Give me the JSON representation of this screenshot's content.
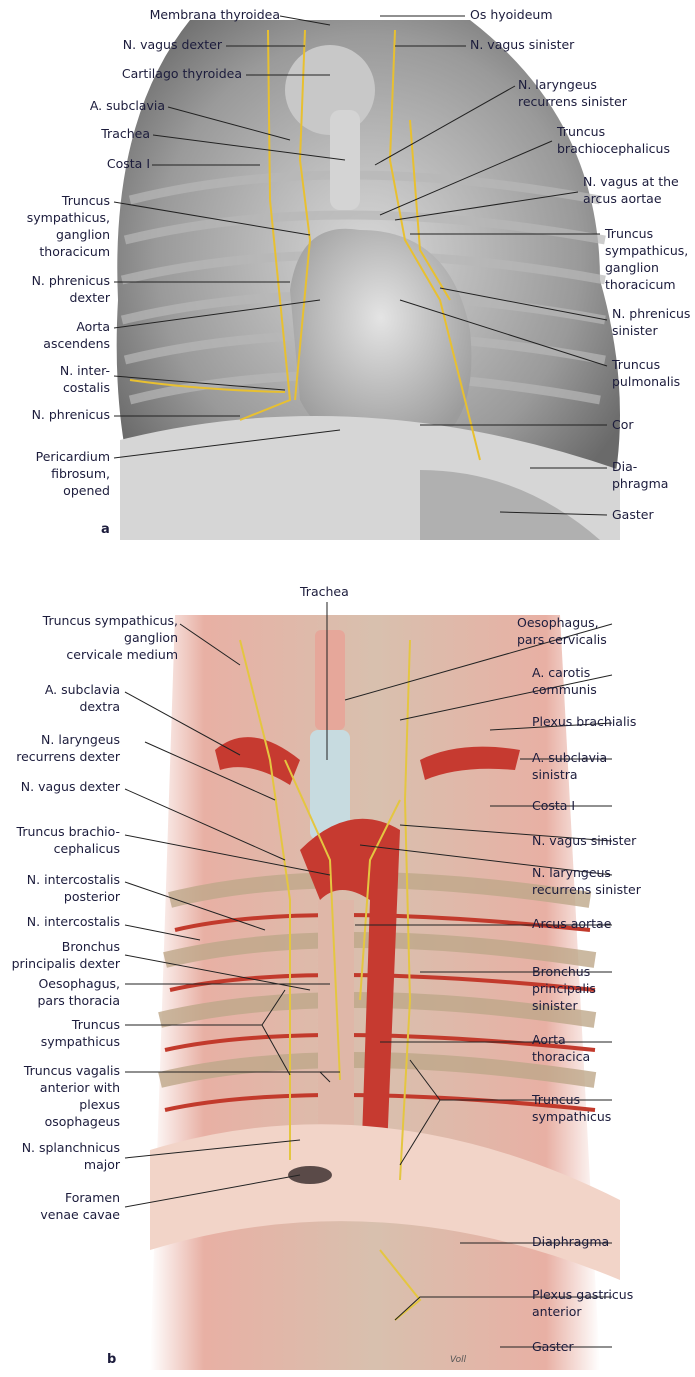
{
  "panel_a": {
    "letter": "a",
    "labels_left": [
      "Membrana thyroidea",
      "N. vagus dexter",
      "Cartilago thyroidea",
      "A. subclavia",
      "Trachea",
      "Costa I",
      "Truncus\nsympathicus,\nganglion\nthoracicum",
      "N. phrenicus\ndexter",
      "Aorta\nascendens",
      "N. inter-\ncostalis",
      "N. phrenicus",
      "Pericardium\nfibrosum,\nopened"
    ],
    "labels_right": [
      "Os hyoideum",
      "N. vagus sinister",
      "N. laryngeus\nrecurrens sinister",
      "Truncus\nbrachiocephalicus",
      "N. vagus at the\narcus aortae",
      "Truncus\nsympathicus,\nganglion\nthoracicum",
      "N. phrenicus\nsinister",
      "Truncus\npulmonalis",
      "Cor",
      "Dia-\nphragma",
      "Gaster"
    ]
  },
  "panel_b": {
    "letter": "b",
    "label_top": "Trachea",
    "labels_left": [
      "Truncus sympathicus,\nganglion\ncervicale medium",
      "A. subclavia\ndextra",
      "N. laryngeus\nrecurrens dexter",
      "N. vagus dexter",
      "Truncus brachio-\ncephalicus",
      "N. intercostalis\nposterior",
      "N. intercostalis",
      "Bronchus\nprincipalis dexter",
      "Oesophagus,\npars thoracia",
      "Truncus\nsympathicus",
      "Truncus vagalis\nanterior with\nplexus\nosophageus",
      "N. splanchnicus\nmajor",
      "Foramen\nvenae cavae"
    ],
    "labels_right": [
      "Oesophagus,\npars cervicalis",
      "A. carotis\ncommunis",
      "Plexus brachialis",
      "A. subclavia\nsinistra",
      "Costa I",
      "N. vagus sinister",
      "N. laryngeus\nrecurrens sinister",
      "Arcus aortae",
      "Bronchus\nprincipalis\nsinister",
      "Aorta\nthoracica",
      "Truncus\nsympathicus",
      "Diaphragma",
      "Plexus gastricus\nanterior",
      "Gaster"
    ],
    "signature": "Voll"
  }
}
